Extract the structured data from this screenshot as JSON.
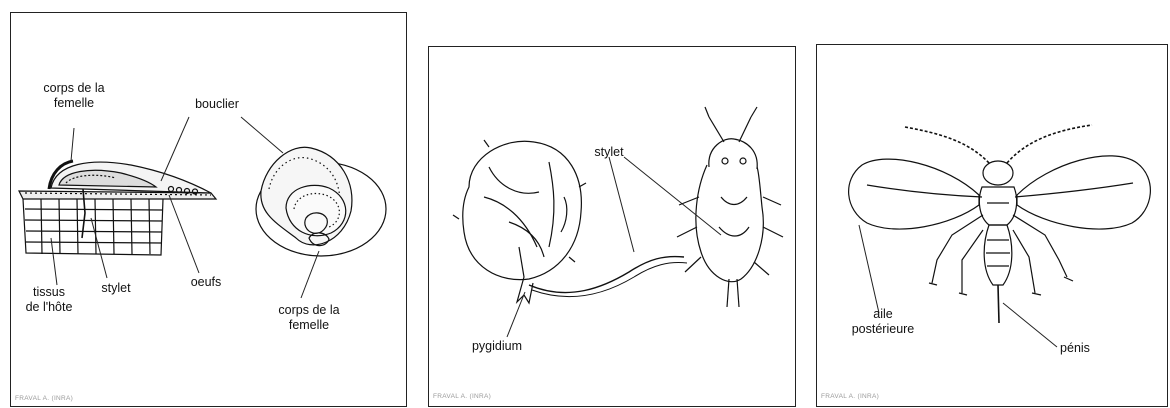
{
  "panel1": {
    "labels": {
      "body_top": "corps de la\nfemelle",
      "shield": "bouclier",
      "host_tissue": "tissus\nde l'hôte",
      "stylet": "stylet",
      "eggs": "oeufs",
      "body_bottom": "corps de la\nfemelle"
    },
    "credit": "FRAVAL A. (INRA)"
  },
  "panel2": {
    "labels": {
      "stylet": "stylet",
      "pygidium": "pygidium"
    },
    "credit": "FRAVAL A. (INRA)"
  },
  "panel3": {
    "labels": {
      "hind_wing": "aile\npostérieure",
      "penis": "pénis"
    },
    "credit": "FRAVAL A. (INRA)"
  }
}
